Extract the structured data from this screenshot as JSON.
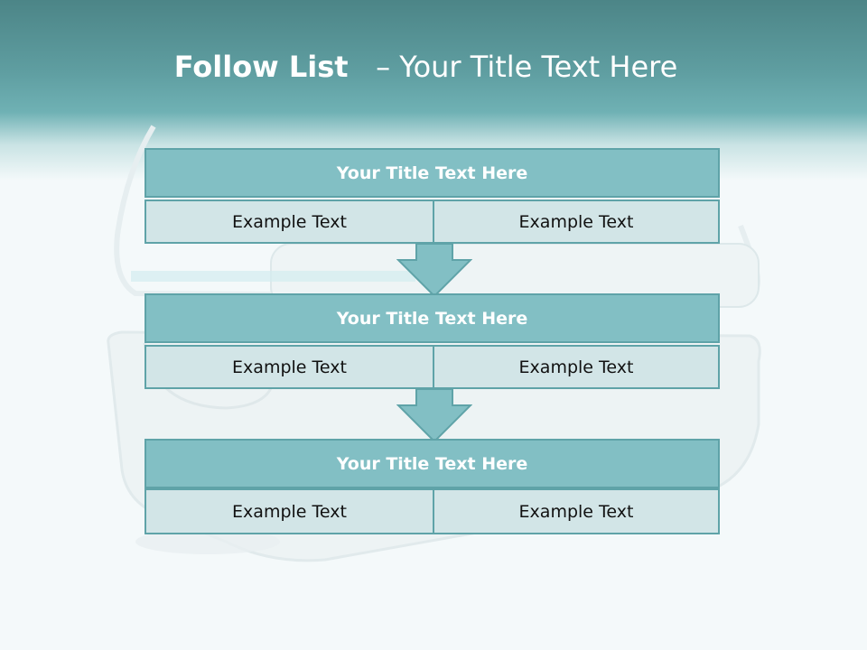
{
  "title": {
    "bold": "Follow List",
    "rest": "– Your Title Text Here"
  },
  "steps": [
    {
      "title": "Your Title Text Here",
      "left": "Example Text",
      "right": "Example Text"
    },
    {
      "title": "Your Title Text Here",
      "left": "Example Text",
      "right": "Example Text"
    },
    {
      "title": "Your Title Text Here",
      "left": "Example Text",
      "right": "Example Text"
    }
  ],
  "colors": {
    "header_dark": "#4c8587",
    "header_mid": "#6fb1b4",
    "box_fill": "#82bfc4",
    "cell_fill": "#d2e5e7",
    "border": "#5fa3a8",
    "background": "#f4f9fa"
  }
}
